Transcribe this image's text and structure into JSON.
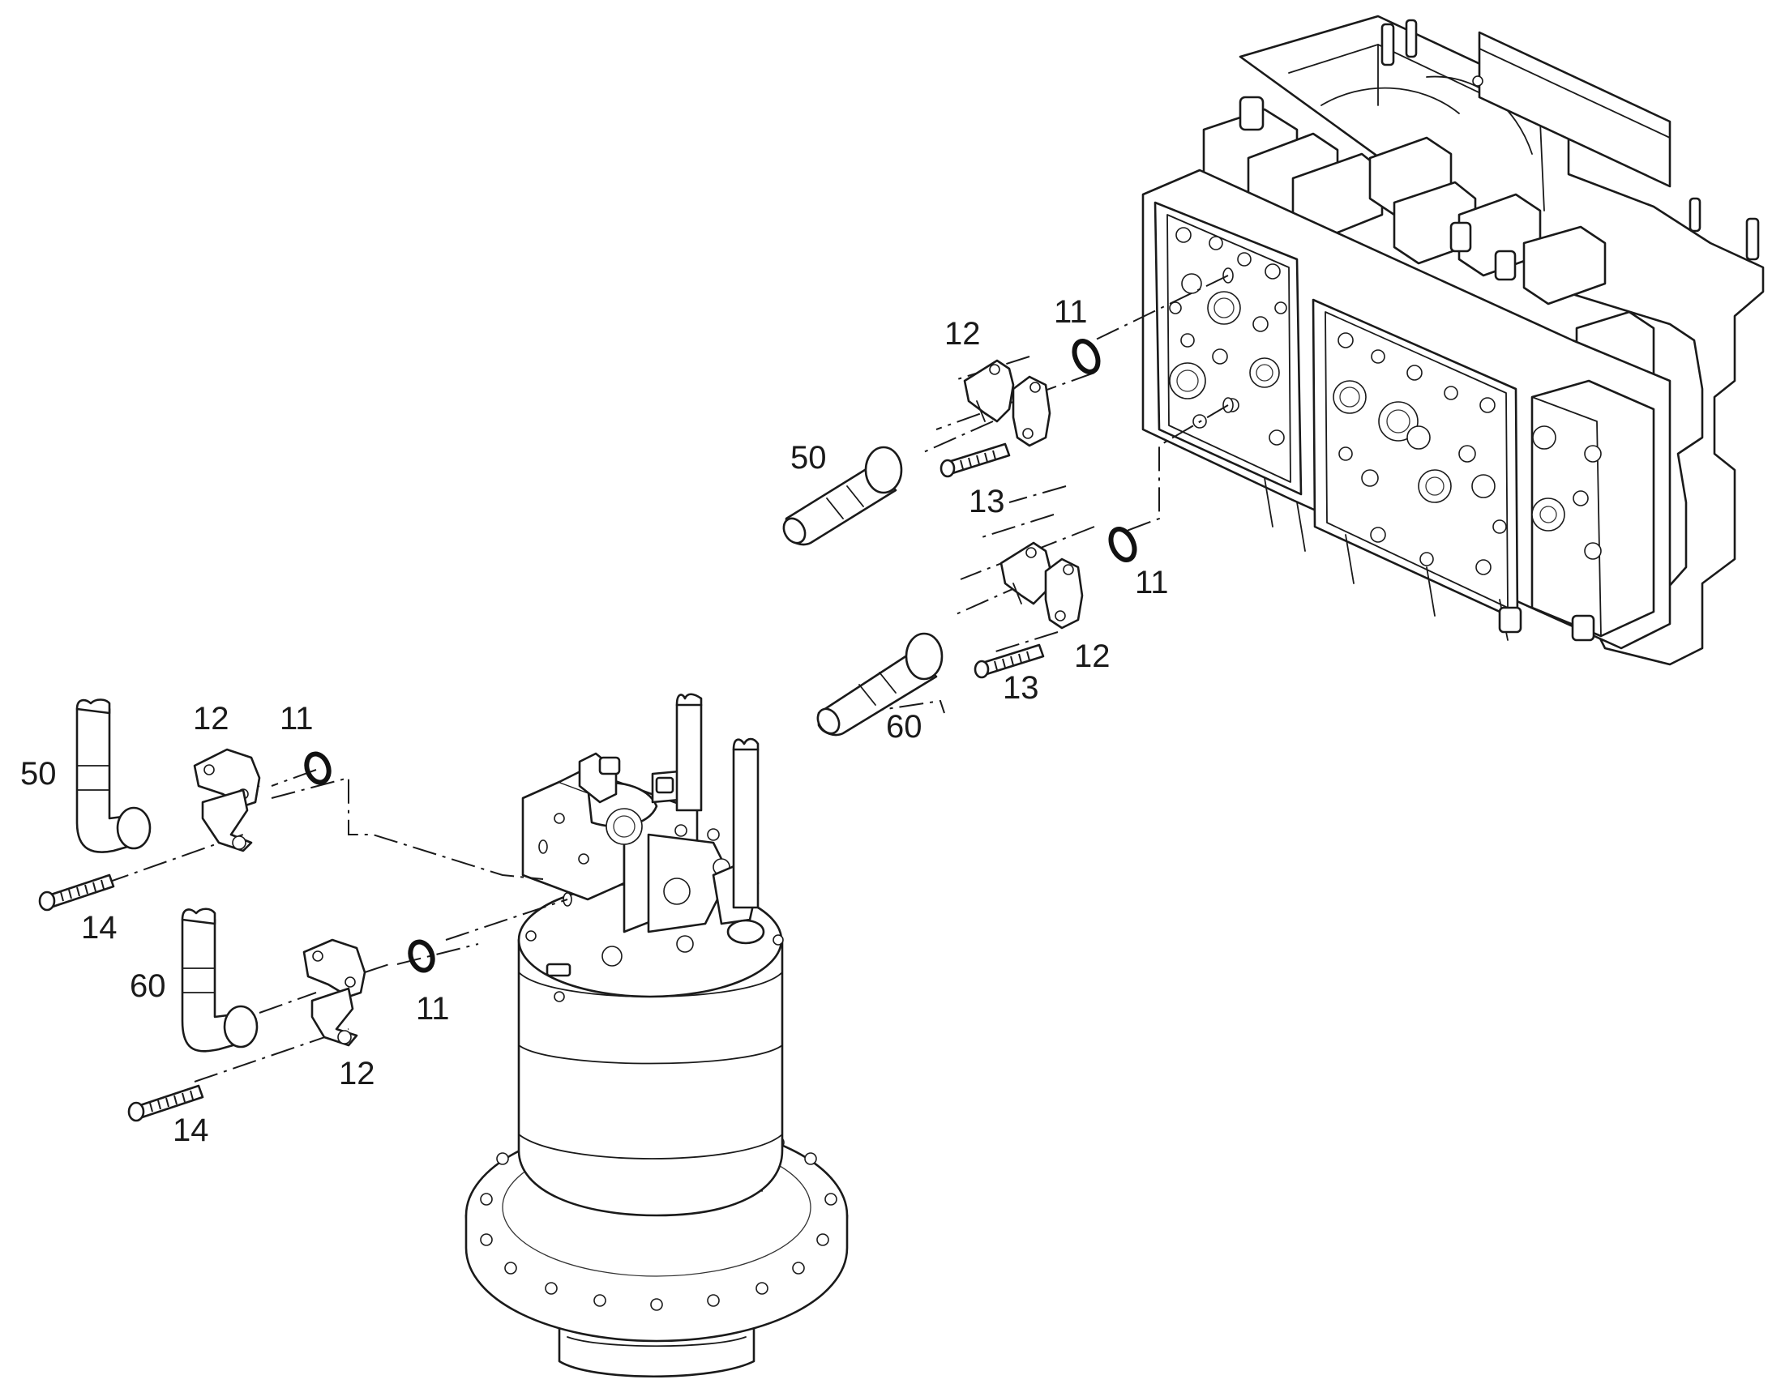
{
  "callouts": {
    "c11_top": "11",
    "c12_top": "12",
    "c50_top": "50",
    "c13_top": "13",
    "c11_mid": "11",
    "c12_mid": "12",
    "c13_mid": "13",
    "c60_mid": "60",
    "c12_left_a": "12",
    "c11_left_a": "11",
    "c50_left": "50",
    "c14_left_a": "14",
    "c60_left": "60",
    "c11_left_b": "11",
    "c12_left_b": "12",
    "c14_left_b": "14"
  },
  "colors": {
    "line": "#1a1a1a",
    "background": "#ffffff"
  }
}
